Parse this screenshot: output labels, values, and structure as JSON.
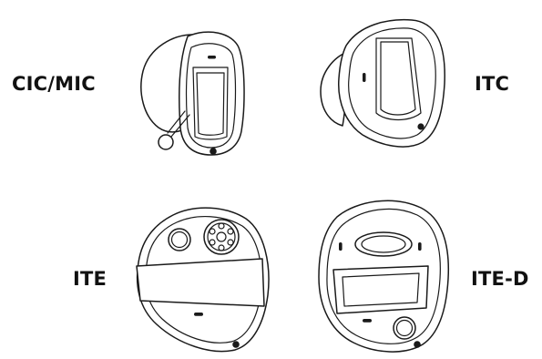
{
  "labels": {
    "cic": "CIC/MIC",
    "itc": "ITC",
    "ite": "ITE",
    "ite_d": "ITE-D"
  },
  "colors": {
    "outline": "#1a1a1a",
    "fill": "#ffffff"
  }
}
